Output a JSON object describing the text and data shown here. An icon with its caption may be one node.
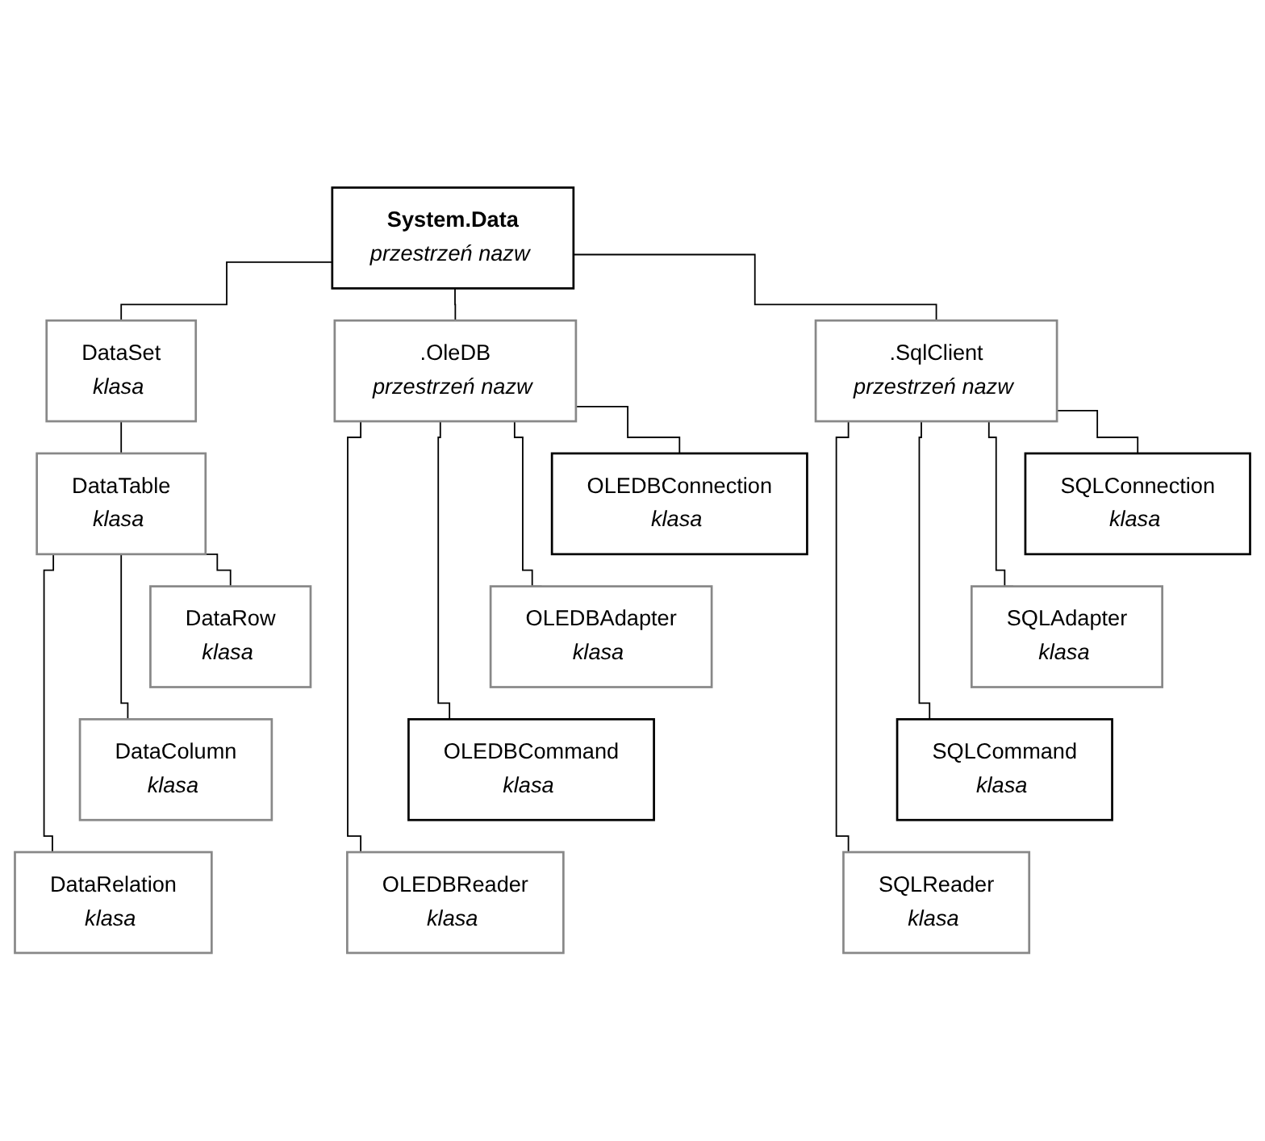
{
  "diagram": {
    "nodes": [
      {
        "text": [
          "System.Data",
          "przestrzeń nazw"
        ]
      },
      {
        "text": [
          "DataSet",
          "klasa"
        ]
      },
      {
        "text": [
          ".OleDB",
          "przestrzeń nazw"
        ]
      },
      {
        "text": [
          ".SqlClient",
          "przestrzeń nazw"
        ]
      },
      {
        "text": [
          "DataTable",
          "klasa"
        ]
      },
      {
        "text": [
          "DataRow",
          "klasa"
        ]
      },
      {
        "text": [
          "DataColumn",
          "klasa"
        ]
      },
      {
        "text": [
          "DataRelation",
          "klasa"
        ]
      },
      {
        "text": [
          "OLEDBConnection",
          "klasa"
        ]
      },
      {
        "text": [
          "OLEDBAdapter",
          "klasa"
        ]
      },
      {
        "text": [
          "OLEDBCommand",
          "klasa"
        ]
      },
      {
        "text": [
          "OLEDBReader",
          "klasa"
        ]
      },
      {
        "text": [
          "SQLConnection",
          "klasa"
        ]
      },
      {
        "text": [
          "SQLAdapter",
          "klasa"
        ]
      },
      {
        "text": [
          "SQLCommand",
          "klasa"
        ]
      },
      {
        "text": [
          "SQLReader",
          "klasa"
        ]
      }
    ],
    "edges": [
      {
        "from": 0,
        "to": 1,
        "arrow": "none"
      },
      {
        "from": 0,
        "to": 2,
        "arrow": "none"
      },
      {
        "from": 0,
        "to": 3,
        "arrow": "none"
      },
      {
        "from": 1,
        "to": 4,
        "arrow": "none"
      },
      {
        "from": 4,
        "to": 5,
        "arrow": "none"
      },
      {
        "from": 4,
        "to": 6,
        "arrow": "none"
      },
      {
        "from": 4,
        "to": 7,
        "arrow": "none"
      },
      {
        "from": 2,
        "to": 8,
        "arrow": "none"
      },
      {
        "from": 2,
        "to": 9,
        "arrow": "none"
      },
      {
        "from": 2,
        "to": 10,
        "arrow": "none"
      },
      {
        "from": 2,
        "to": 11,
        "arrow": "none"
      },
      {
        "from": 3,
        "to": 12,
        "arrow": "none"
      },
      {
        "from": 3,
        "to": 13,
        "arrow": "none"
      },
      {
        "from": 3,
        "to": 14,
        "arrow": "none"
      },
      {
        "from": 3,
        "to": 15,
        "arrow": "none"
      }
    ]
  }
}
